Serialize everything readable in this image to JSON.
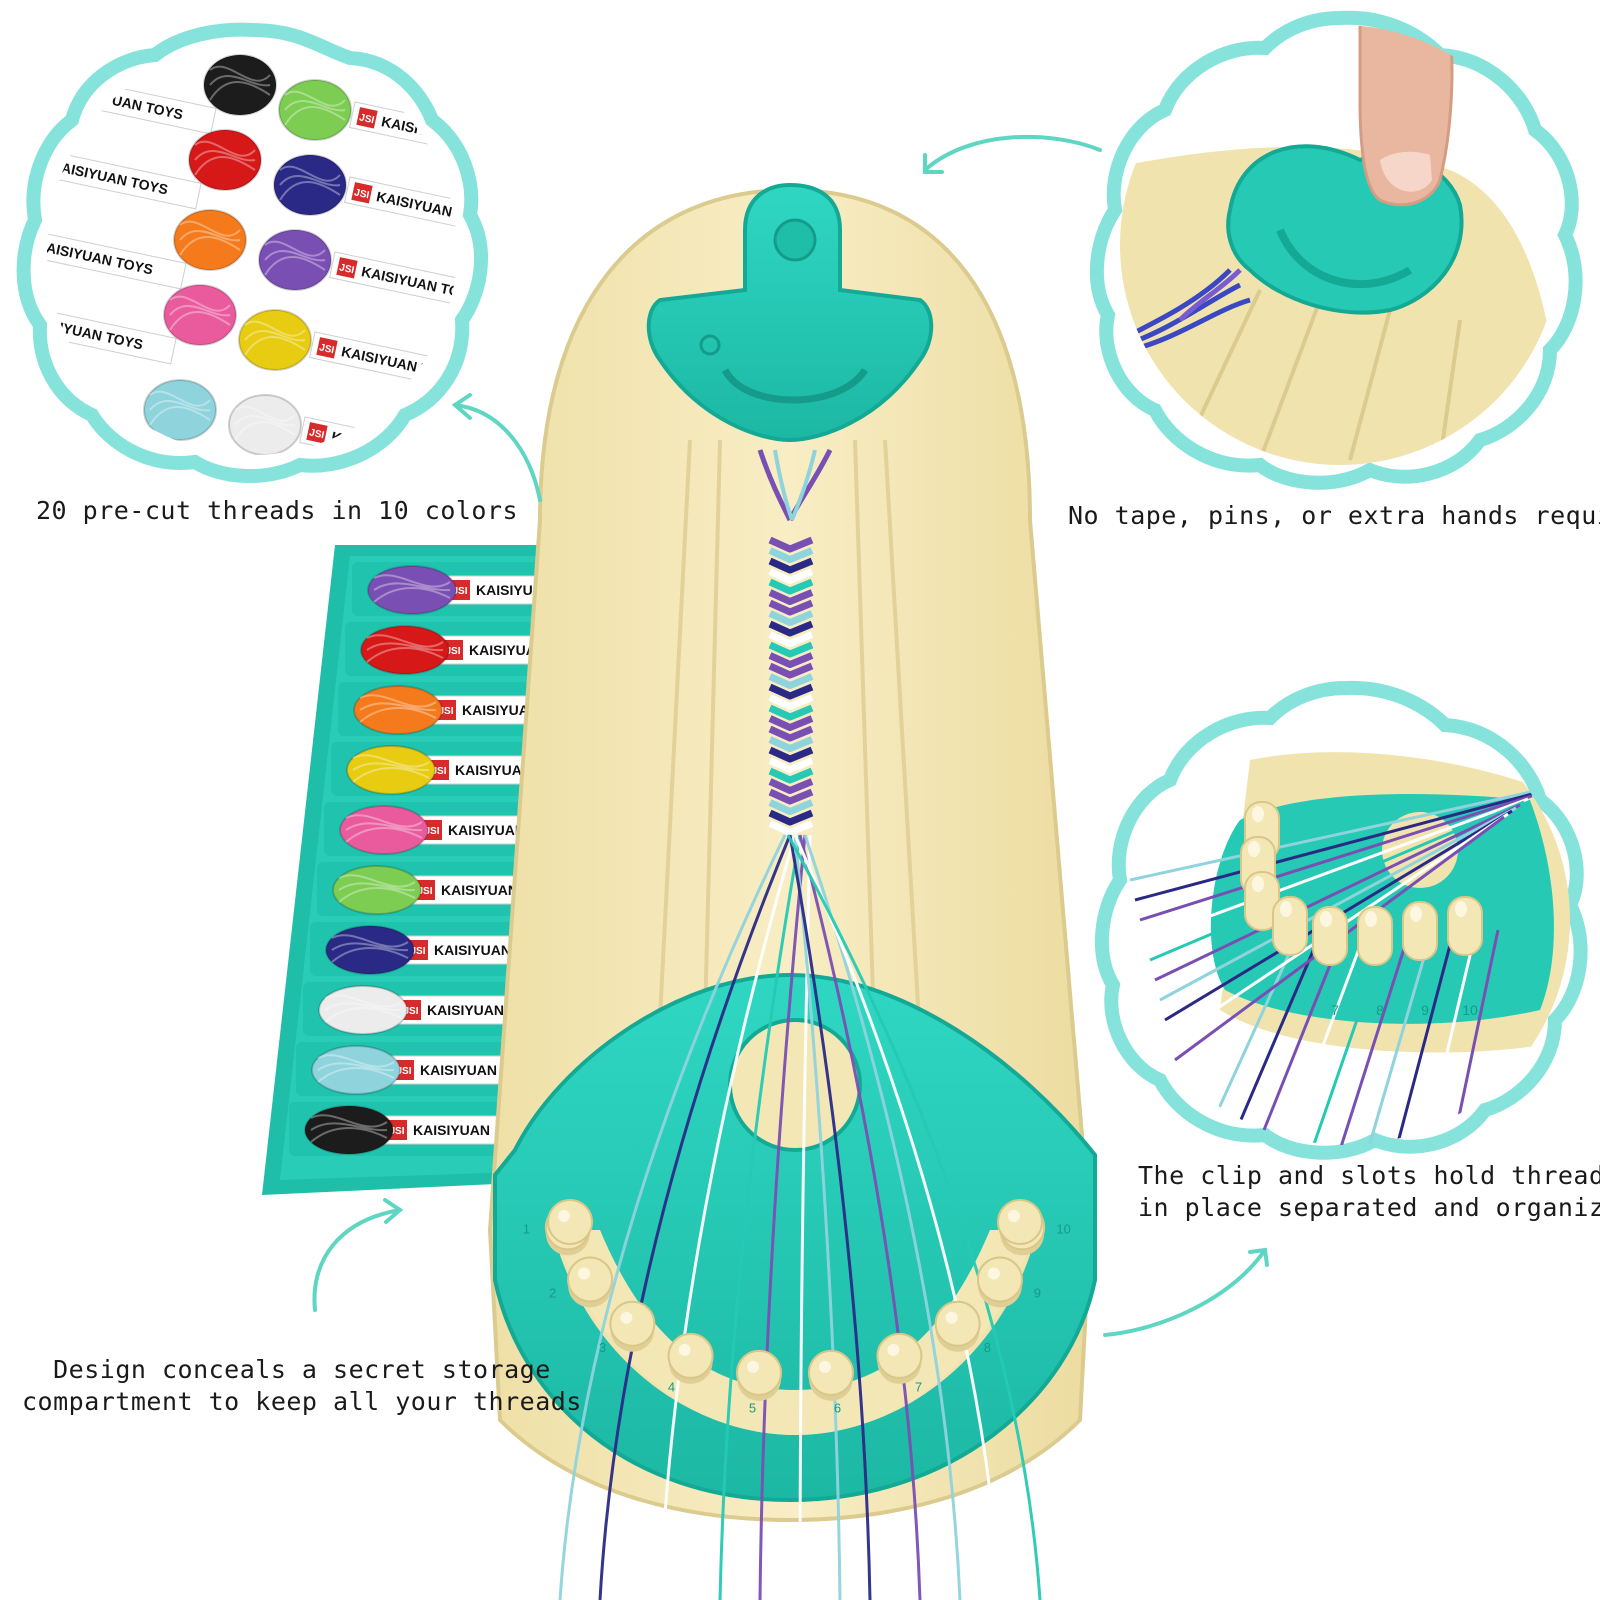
{
  "captions": {
    "threads": "20 pre-cut threads in 10 colors",
    "no_tape": "No tape, pins, or extra hands required",
    "clip_slots_line1": "The clip and slots hold threads",
    "clip_slots_line2": "in place separated and organized",
    "storage_line1": "Design conceals a secret storage",
    "storage_line2": "compartment to keep all your threads"
  },
  "brand": {
    "logo_mark": "JSI",
    "name": "KAISIYUAN TOYS",
    "short_name": "KAISIYUAN"
  },
  "thread_colors": [
    {
      "name": "black",
      "hex": "#1c1c1c"
    },
    {
      "name": "green",
      "hex": "#7ccd52"
    },
    {
      "name": "red",
      "hex": "#d71818"
    },
    {
      "name": "navy",
      "hex": "#2a2a86"
    },
    {
      "name": "orange",
      "hex": "#f47a1c"
    },
    {
      "name": "purple",
      "hex": "#7a4fb3"
    },
    {
      "name": "pink",
      "hex": "#ea5b9e"
    },
    {
      "name": "yellow",
      "hex": "#e8cc12"
    },
    {
      "name": "light-blue",
      "hex": "#8fd3dd"
    },
    {
      "name": "white",
      "hex": "#ececec"
    }
  ],
  "storage_tray_threads": [
    {
      "name": "purple",
      "hex": "#7a4fb3"
    },
    {
      "name": "red",
      "hex": "#d71818"
    },
    {
      "name": "orange",
      "hex": "#f47a1c"
    },
    {
      "name": "yellow",
      "hex": "#e8cc12"
    },
    {
      "name": "pink",
      "hex": "#ea5b9e"
    },
    {
      "name": "green",
      "hex": "#7ccd52"
    },
    {
      "name": "navy",
      "hex": "#2a2a86"
    },
    {
      "name": "white",
      "hex": "#ececec"
    },
    {
      "name": "light-blue",
      "hex": "#8fd3dd"
    },
    {
      "name": "black",
      "hex": "#1c1c1c"
    }
  ],
  "peg_numbers": [
    "1",
    "2",
    "3",
    "4",
    "5",
    "6",
    "7",
    "8",
    "9",
    "10"
  ],
  "detail_peg_numbers": [
    "7",
    "8",
    "9",
    "10"
  ],
  "colors": {
    "teal": "#25c9b4",
    "teal_dark": "#14a995",
    "board": "#f4e7b6",
    "board_shadow": "#e3d29a",
    "bubble_border": "#86e3dc",
    "arrow": "#5fd6c3"
  }
}
